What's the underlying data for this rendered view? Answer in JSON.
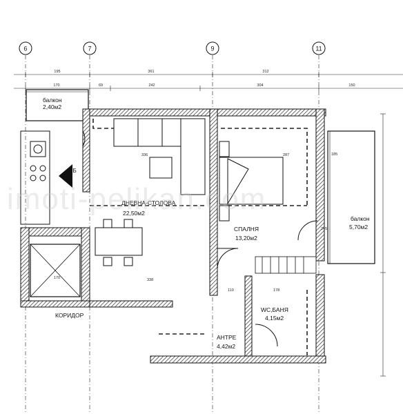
{
  "axes": [
    "6",
    "7",
    "9",
    "11"
  ],
  "top_dims": [
    "195",
    "361",
    "312"
  ],
  "second_dims": [
    "170",
    "69",
    "242",
    "304",
    "150"
  ],
  "rooms": {
    "balcony_small": {
      "name": "балкон",
      "area": "2,40м2"
    },
    "living": {
      "name": "ДНЕВНА-СТОЛОВА",
      "area": "22,50м2"
    },
    "bedroom": {
      "name": "СПАЛНЯ",
      "area": "13,20м2"
    },
    "balcony_right": {
      "name": "балкон",
      "area": "5,70м2"
    },
    "bath": {
      "name": "WC,БАНЯ",
      "area": "4,15м2"
    },
    "entrance": {
      "name": "АНТРЕ",
      "area": "4,42м2"
    },
    "corridor": {
      "name": "КОРИДОР"
    }
  },
  "kitchen_mark": "Б",
  "inner_dims": [
    "336",
    "287",
    "338",
    "110",
    "178",
    "185",
    "245",
    "170"
  ],
  "watermark": "imoti-pelikan.com",
  "colors": {
    "wall": "#1a1a1a",
    "hatch": "#555555",
    "line": "#222222",
    "dash": "#222222"
  }
}
